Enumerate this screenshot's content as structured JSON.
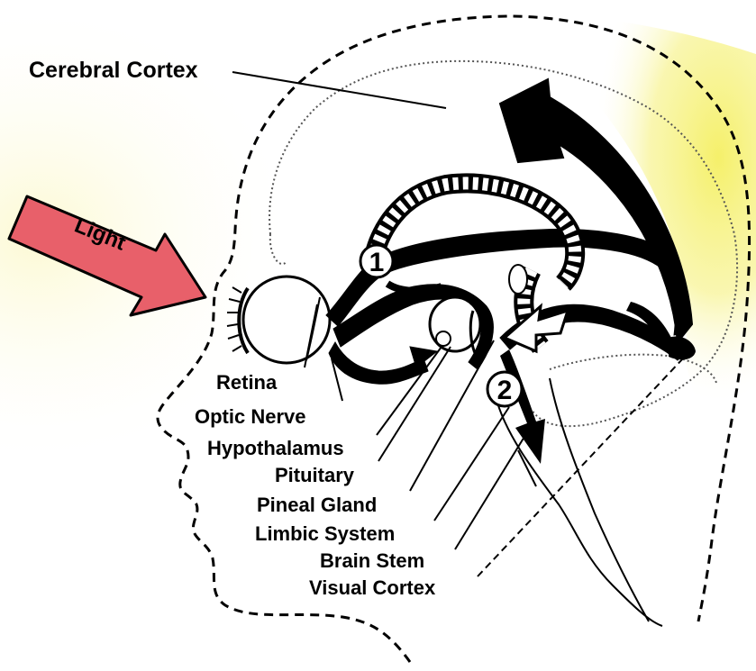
{
  "light_arrow": {
    "label": "Light",
    "color": "#e8606a"
  },
  "glow_color": "#f5f06a",
  "badges": {
    "one": "1",
    "two": "2"
  },
  "labels": {
    "cerebral_cortex": "Cerebral Cortex",
    "retina": "Retina",
    "optic_nerve": "Optic Nerve",
    "hypothalamus": "Hypothalamus",
    "pituitary": "Pituitary",
    "pineal_gland": "Pineal Gland",
    "limbic_system": "Limbic System",
    "brain_stem": "Brain Stem",
    "visual_cortex": "Visual Cortex"
  }
}
